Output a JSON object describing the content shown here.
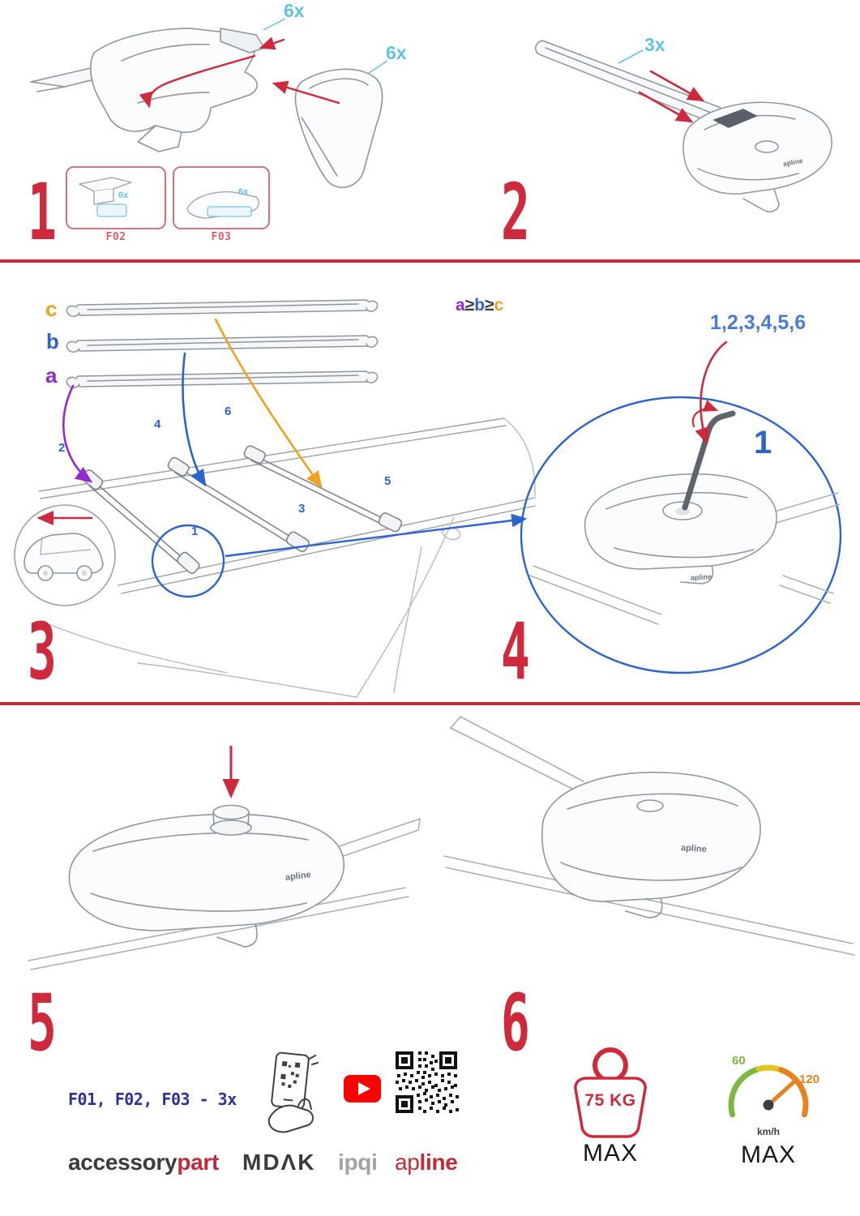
{
  "colors": {
    "accent_red": "#cf2a3c",
    "divider_red": "#c42b3a",
    "cyan": "#5fc3e4",
    "blue": "#2b63cf",
    "purple": "#9429cf",
    "orange": "#efa11f",
    "navy": "#2f2f9a",
    "logo_red": "#c22b3a",
    "speed_green": "#7cb83d",
    "speed_orange": "#e8821e"
  },
  "steps": {
    "one": {
      "numeral": "1",
      "qty_cap_top": "6x",
      "qty_cap_side": "6x",
      "boxes": [
        {
          "label": "F02",
          "qty": "6x"
        },
        {
          "label": "F03",
          "qty": "6x"
        }
      ]
    },
    "two": {
      "numeral": "2",
      "qty": "3x",
      "brand": "apline"
    },
    "three": {
      "numeral": "3",
      "bar_a": "a",
      "bar_b": "b",
      "bar_c": "c",
      "rule_a": "a",
      "rule_gte1": "≥",
      "rule_b": "b",
      "rule_gte2": "≥",
      "rule_c": "c",
      "positions": [
        "1",
        "2",
        "3",
        "4",
        "5",
        "6"
      ]
    },
    "four": {
      "numeral": "4",
      "sequence": "1,2,3,4,5,6",
      "start": "1",
      "brand": "apline"
    },
    "five": {
      "numeral": "5",
      "brand": "apline"
    },
    "six": {
      "numeral": "6",
      "brand": "apline"
    }
  },
  "footer": {
    "kit": "F01, F02, F03 - 3x",
    "logo_accessory": "accessory",
    "logo_part": "part",
    "logo_mdak": "MDΛK",
    "logo_ipqi": "ipqi",
    "logo_ap": "ap",
    "logo_line": "line",
    "weight": "75 KG",
    "weight_max": "MAX",
    "speed_low": "60",
    "speed_high": "120",
    "speed_unit": "km/h",
    "speed_max": "MAX"
  }
}
